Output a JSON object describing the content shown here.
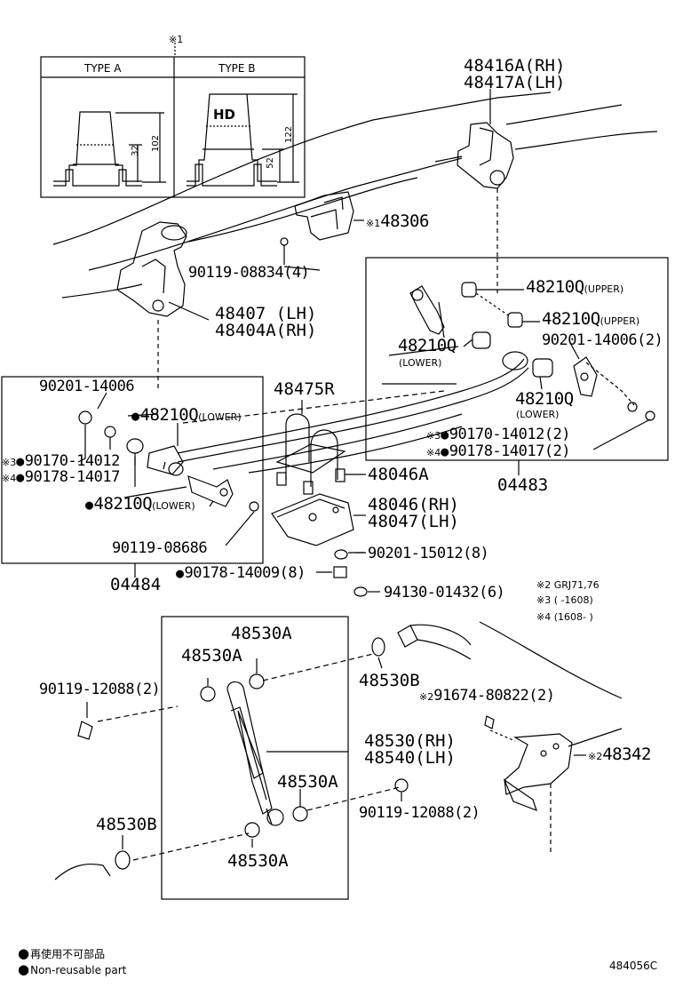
{
  "figure": {
    "code": "484056C",
    "top_mark": "※1",
    "type_box": {
      "type_a": "TYPE A",
      "type_b": "TYPE B",
      "hd": "HD",
      "dim_a_inner": "32",
      "dim_a_outer": "102",
      "dim_b_inner": "52",
      "dim_b_outer": "122"
    },
    "box_04483": "04483",
    "box_04484": "04484"
  },
  "parts": {
    "p48416": "48416A(RH)",
    "p48417": "48417A(LH)",
    "p48306_mark": "※1",
    "p48306": "48306",
    "p90119_08834": "90119-08834(4)",
    "p48407": "48407 (LH)",
    "p48404": "48404A(RH)",
    "p48210q_upper1": "48210Q",
    "p48210q_upper1_note": "(UPPER)",
    "p48210q_upper2": "48210Q",
    "p48210q_upper2_note": "(UPPER)",
    "p48210q_lower_r1": "48210Q",
    "p48210q_lower_r1_note": "(LOWER)",
    "p90201_14006_2": "90201-14006(2)",
    "p48210q_lower_r2": "48210Q",
    "p48210q_lower_r2_note": "(LOWER)",
    "p90170_14012_2_mark": "※3",
    "p90170_14012_2": "90170-14012(2)",
    "p90178_14017_2_mark": "※4",
    "p90178_14017_2": "90178-14017(2)",
    "p90201_14006": "90201-14006",
    "p48210q_lower_l1": "48210Q",
    "p48210q_lower_l1_note": "(LOWER)",
    "p90170_14012_mark": "※3",
    "p90170_14012": "90170-14012",
    "p90178_14017_mark": "※4",
    "p90178_14017": "90178-14017",
    "p48210q_lower_l2": "48210Q",
    "p48210q_lower_l2_note": "(LOWER)",
    "p90119_08686": "90119-08686",
    "p48475r": "48475R",
    "p48046a": "48046A",
    "p48046": "48046(RH)",
    "p48047": "48047(LH)",
    "p90201_15012": "90201-15012(8)",
    "p90178_14009": "90178-14009(8)",
    "p94130_01432": "94130-01432(6)",
    "p48530a_1": "48530A",
    "p48530a_2": "48530A",
    "p90119_12088_l": "90119-12088(2)",
    "p48530b_1": "48530B",
    "p91674_mark": "※2",
    "p91674": "91674-80822(2)",
    "p48530": "48530(RH)",
    "p48540": "48540(LH)",
    "p48342_mark": "※2",
    "p48342": "48342",
    "p48530a_3": "48530A",
    "p90119_12088_r": "90119-12088(2)",
    "p48530b_2": "48530B",
    "p48530a_4": "48530A"
  },
  "notes": {
    "n2": "※2 GRJ71,76",
    "n3": "※3 (      -1608)",
    "n4": "※4 (1608-       )"
  },
  "legend": {
    "jp": "再使用不可部品",
    "en": "Non-reusable part"
  }
}
